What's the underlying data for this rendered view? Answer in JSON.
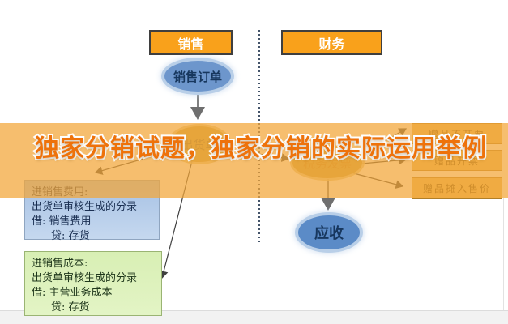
{
  "title": {
    "text": "独家分销试题，独家分销的实际运用举例"
  },
  "lanes": {
    "sales": "销售",
    "finance": "财务"
  },
  "nodes": {
    "sales_order": "销售订单",
    "shipment_order": "出货单",
    "tax_invoice": "税务发票",
    "receivable": "应收"
  },
  "gift_options": [
    "赠品不开票",
    "赠品开票",
    "赠品摊入售价"
  ],
  "expense_entry": {
    "lines": [
      "进销售费用:",
      "出货单审核生成的分录",
      "借: 销售费用",
      "贷: 存货"
    ]
  },
  "cost_entry": {
    "lines": [
      "进销售成本:",
      "出货单审核生成的分录",
      "借: 主营业务成本",
      "贷: 存货"
    ]
  },
  "colors": {
    "banner_overlay": "rgba(242,166,56,0.73)",
    "title_text": "#ee720a",
    "lane_header_fill": "#f9a11b",
    "blue_node_fill": "#6d96cc",
    "tan_node_fill": "#c8a145",
    "expense_note_fill": "#b0c9e8",
    "cost_note_fill": "#dcf0be",
    "gift_box_fill": "#e8b95c"
  }
}
